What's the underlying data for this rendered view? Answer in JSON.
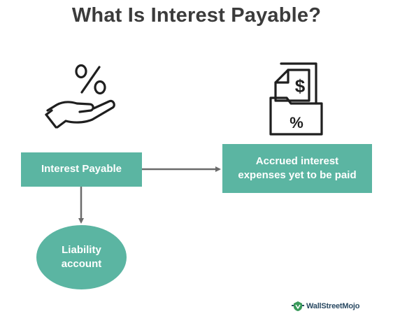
{
  "title": "What Is Interest Payable?",
  "nodes": {
    "interest_payable": "Interest Payable",
    "accrued_line1": "Accrued interest",
    "accrued_line2": "expenses yet to be paid",
    "liability_line1": "Liability",
    "liability_line2": "account"
  },
  "icons": {
    "left": "hand-percent-icon",
    "right": "dollar-document-folder-icon"
  },
  "logo": "WallStreetMojo",
  "colors": {
    "box": "#5bb5a2",
    "arrow": "#6b6b6b",
    "title": "#3b3b3b"
  }
}
